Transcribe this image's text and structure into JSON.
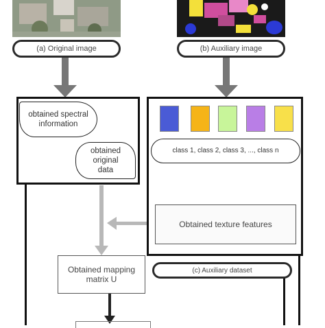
{
  "labels": {
    "original_image": "(a) Original image",
    "auxiliary_image": "(b) Auxiliary image",
    "auxiliary_dataset": "(c) Auxiliary dataset"
  },
  "nodes": {
    "spectral": "obtained spectral information",
    "original_data": "obtained original data",
    "classes": "class 1, class 2, class 3, ..., class n",
    "texture": "Obtained texture features",
    "mapping": "Obtained mapping matrix U"
  },
  "swatches": [
    "#4a5bd6",
    "#f5b418",
    "#c8f59a",
    "#b97ee6",
    "#f8e04a"
  ],
  "colors": {
    "arrow_dark": "#777777",
    "arrow_light": "#b8b8b8",
    "border": "#111111"
  }
}
